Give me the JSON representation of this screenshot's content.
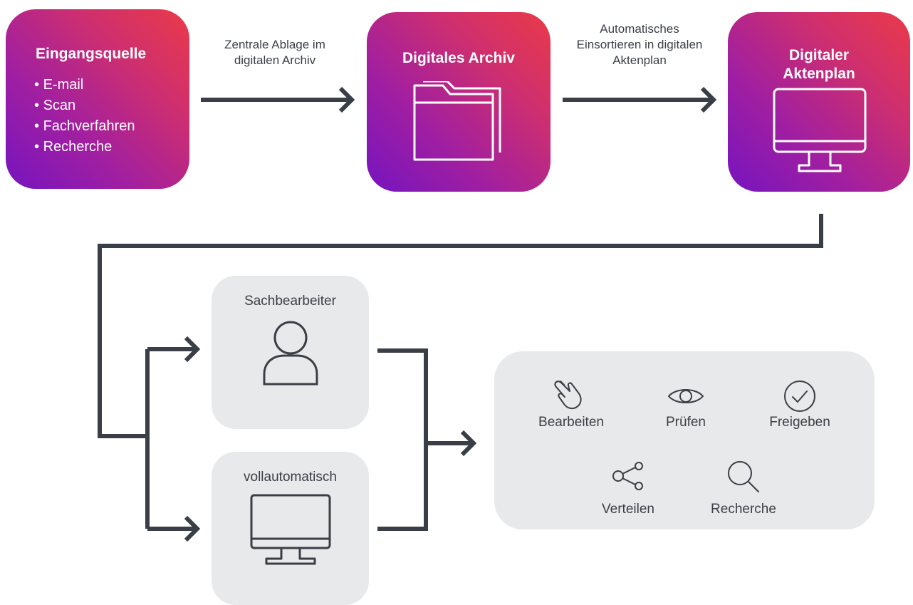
{
  "source": {
    "title": "Eingangsquelle",
    "items": [
      "E-mail",
      "Scan",
      "Fachverfahren",
      "Recherche"
    ]
  },
  "edge1_label": "Zentrale Ablage im digitalen Archiv",
  "archive": {
    "title": "Digitales Archiv",
    "icon": "folder-icon"
  },
  "edge2_label": "Automatisches Einsortieren in digitalen Aktenplan",
  "plan": {
    "title": "Digitaler Aktenplan",
    "icon": "monitor-icon"
  },
  "handlers": [
    {
      "label": "Sachbearbeiter",
      "icon": "user-icon"
    },
    {
      "label": "vollautomatisch",
      "icon": "monitor-icon"
    }
  ],
  "actions": [
    {
      "label": "Bearbeiten",
      "icon": "hand-pointer-icon"
    },
    {
      "label": "Prüfen",
      "icon": "eye-icon"
    },
    {
      "label": "Freigeben",
      "icon": "check-circle-icon"
    },
    {
      "label": "Verteilen",
      "icon": "share-icon"
    },
    {
      "label": "Recherche",
      "icon": "search-icon"
    }
  ],
  "colors": {
    "gradient_start": "#7614c0",
    "gradient_end": "#ea3a48",
    "connector": "#3a3f47",
    "panel": "#e8e9ea"
  }
}
